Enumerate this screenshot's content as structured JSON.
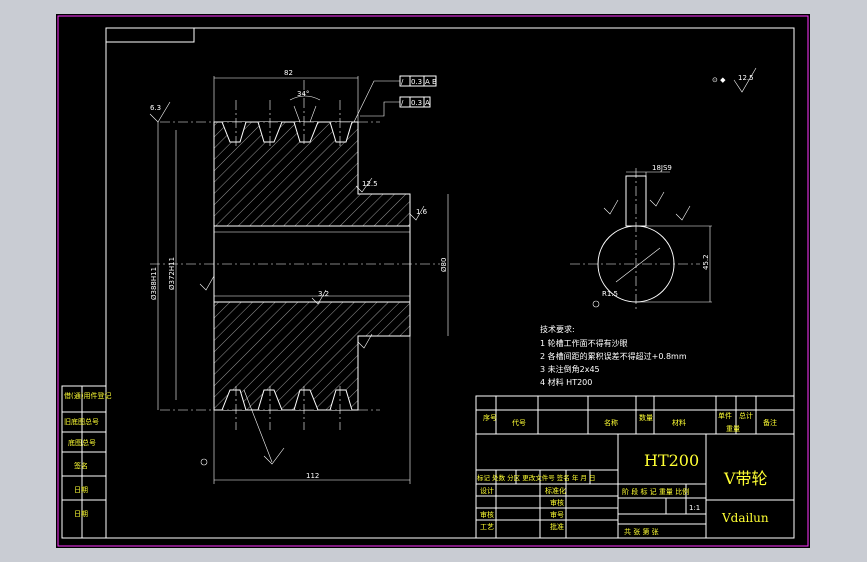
{
  "drawing": {
    "top_dim": "82",
    "angle": "34°",
    "tol_1": "0.3",
    "ref_1": "A B",
    "tol_2": "0.3",
    "ref_2": "A",
    "dia_outer": "Ø388H11",
    "dia_pitch": "Ø372H11",
    "dia_hub": "Ø80",
    "bottom_dim": "112",
    "rough_1": "6.3",
    "rough_2": "3.2",
    "rough_3": "12.5",
    "rough_4": "1.6",
    "keyway_width": "18JS9",
    "keyway_depth": "45.2",
    "chamfer": "R1.5"
  },
  "tech_requirements": {
    "title": "技术要求:",
    "items": [
      "1 轮槽工作面不得有沙眼",
      "2 各槽间距的累积误差不得超过+0.8mm",
      "3 未注倒角2x45",
      "4 材料  HT200"
    ]
  },
  "side_labels": [
    "借(通)用件登记",
    "旧底图总号",
    "底图总号",
    "签名",
    "日期",
    "日期"
  ],
  "title_block": {
    "parts_header": [
      "序号",
      "代号",
      "名称",
      "数量",
      "材料",
      "单件",
      "总计",
      "重量",
      "备注"
    ],
    "material": "HT200",
    "part_name": "V带轮",
    "part_name_pinyin": "Vdailun",
    "revision_header": "标记 处数 分区 更改文件号 签名 年 月 日",
    "roles": [
      "设计",
      "审核",
      "工艺"
    ],
    "roles2": [
      "标准化",
      "审核",
      "审号",
      "批准"
    ],
    "stage_labels": "阶 段 标 记  重量  比例",
    "scale": "1:1",
    "sheet": "共  张 第  张"
  }
}
